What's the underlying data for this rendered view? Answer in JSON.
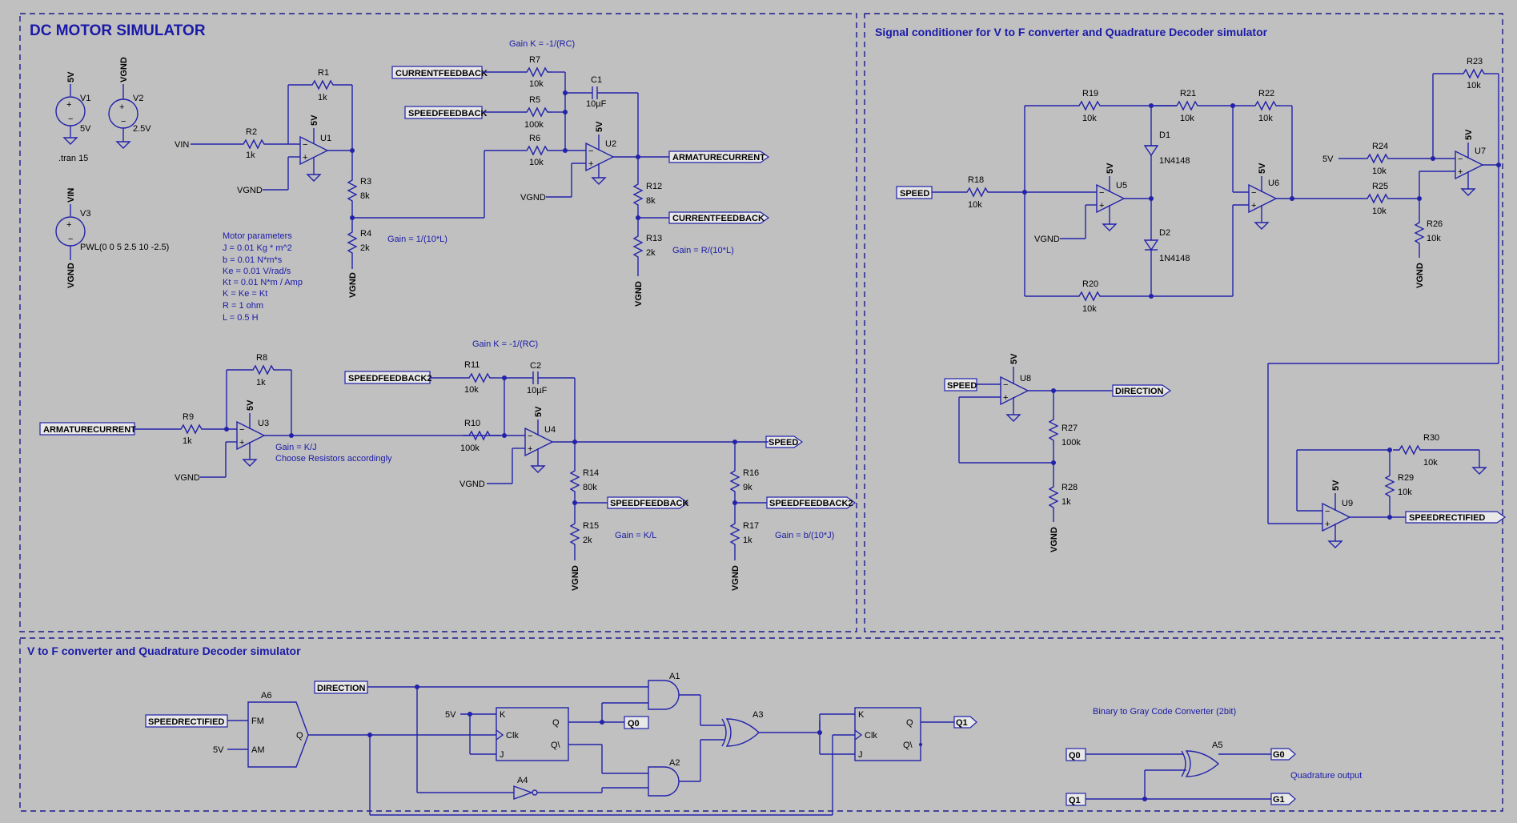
{
  "sections": {
    "motor_title": "DC MOTOR SIMULATOR",
    "signal_title": "Signal conditioner for V to F converter and Quadrature Decoder simulator",
    "vtof_title": "V to F converter and Quadrature Decoder simulator"
  },
  "sources": {
    "v1": {
      "name": "V1",
      "value": "5V",
      "net": "5V"
    },
    "v2": {
      "name": "V2",
      "value": "2.5V",
      "net": "VGND"
    },
    "v3": {
      "name": "V3",
      "value": "PWL(0 0 5 2.5 10 -2.5)",
      "net": "VIN",
      "gnd": "VGND"
    },
    "tran": ".tran 15"
  },
  "motor_params": [
    "Motor parameters",
    "J = 0.01 Kg * m^2",
    "b = 0.01 N*m*s",
    "Ke = 0.01 V/rad/s",
    "Kt = 0.01 N*m / Amp",
    "K = Ke = Kt",
    "R = 1 ohm",
    "L = 0.5 H"
  ],
  "resistors": {
    "R1": "1k",
    "R2": "1k",
    "R3": "8k",
    "R4": "2k",
    "R5": "100k",
    "R6": "10k",
    "R7": "10k",
    "R8": "1k",
    "R9": "1k",
    "R10": "100k",
    "R11": "10k",
    "R12": "8k",
    "R13": "2k",
    "R14": "80k",
    "R15": "2k",
    "R16": "9k",
    "R17": "1k",
    "R18": "10k",
    "R19": "10k",
    "R20": "10k",
    "R21": "10k",
    "R22": "10k",
    "R23": "10k",
    "R24": "10k",
    "R25": "10k",
    "R26": "10k",
    "R27": "100k",
    "R28": "1k",
    "R29": "10k",
    "R30": "10k"
  },
  "capacitors": {
    "C1": "10µF",
    "C2": "10µF"
  },
  "diodes": {
    "D1": "1N4148",
    "D2": "1N4148"
  },
  "opamps": [
    "U1",
    "U2",
    "U3",
    "U4",
    "U5",
    "U6",
    "U7",
    "U8",
    "U9"
  ],
  "nets": {
    "vin": "VIN",
    "vgnd": "VGND",
    "v5": "5V",
    "current_feedback": "CURRENTFEEDBACK",
    "speed_feedback": "SPEEDFEEDBACK",
    "speed_feedback2": "SPEEDFEEDBACK2",
    "armature_current": "ARMATURECURRENT",
    "speed": "SPEED",
    "direction": "DIRECTION",
    "speed_rectified": "SPEEDRECTIFIED",
    "q0": "Q0",
    "q1": "Q1",
    "g0": "G0",
    "g1": "G1"
  },
  "notes": {
    "gain_k_rc_1": "Gain K = -1/(RC)",
    "gain_k_rc_2": "Gain K = -1/(RC)",
    "gain_10l": "Gain = 1/(10*L)",
    "gain_r_10l": "Gain = R/(10*L)",
    "gain_kj": "Gain = K/J",
    "choose": "Choose Resistors accordingly",
    "gain_kl": "Gain = K/L",
    "gain_b10j": "Gain = b/(10*J)",
    "binary_gray": "Binary to Gray Code Converter (2bit)",
    "quad_out": "Quadrature output"
  },
  "digital": {
    "a6": {
      "name": "A6",
      "fm": "FM",
      "am": "AM",
      "q": "Q"
    },
    "ff": {
      "k": "K",
      "j": "J",
      "clk": "Clk",
      "q": "Q",
      "qn": "Q\\"
    },
    "a1": "A1",
    "a2": "A2",
    "a3": "A3",
    "a4": "A4",
    "a5": "A5"
  }
}
